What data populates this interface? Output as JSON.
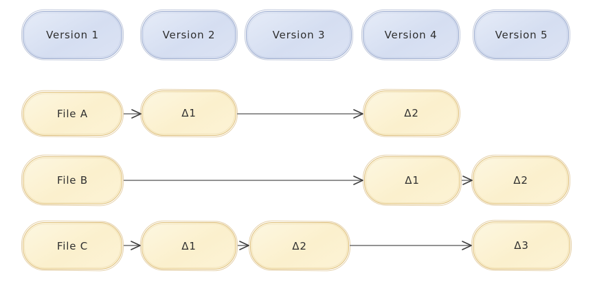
{
  "diagram": {
    "type": "delta-version-diagram",
    "background": "#ffffff",
    "colors": {
      "version_fill": "#d8e1f3",
      "version_border": "#9cabcd",
      "file_fill": "#fbf2d2",
      "file_border": "#ddbe7b",
      "arrow_line": "#6f6f6f",
      "arrow_head": "#3e3e3e",
      "text": "#2e2e2e"
    },
    "header": {
      "items": [
        {
          "label": "Version 1",
          "col": 1
        },
        {
          "label": "Version 2",
          "col": 2
        },
        {
          "label": "Version 3",
          "col": 3
        },
        {
          "label": "Version 4",
          "col": 4
        },
        {
          "label": "Version 5",
          "col": 5
        }
      ]
    },
    "rows": [
      {
        "name": "File A",
        "cells": [
          {
            "label": "File A",
            "col": 1
          },
          {
            "label": "Δ1",
            "col": 2
          },
          {
            "label": "Δ2",
            "col": 4
          }
        ],
        "edges": [
          {
            "from_col": 1,
            "to_col": 2
          },
          {
            "from_col": 2,
            "to_col": 4
          }
        ]
      },
      {
        "name": "File B",
        "cells": [
          {
            "label": "File B",
            "col": 1
          },
          {
            "label": "Δ1",
            "col": 4
          },
          {
            "label": "Δ2",
            "col": 5
          }
        ],
        "edges": [
          {
            "from_col": 1,
            "to_col": 4
          },
          {
            "from_col": 4,
            "to_col": 5
          }
        ]
      },
      {
        "name": "File C",
        "cells": [
          {
            "label": "File C",
            "col": 1
          },
          {
            "label": "Δ1",
            "col": 2
          },
          {
            "label": "Δ2",
            "col": 3
          },
          {
            "label": "Δ3",
            "col": 5
          }
        ],
        "edges": [
          {
            "from_col": 1,
            "to_col": 2
          },
          {
            "from_col": 2,
            "to_col": 3
          },
          {
            "from_col": 3,
            "to_col": 5
          }
        ]
      }
    ]
  }
}
